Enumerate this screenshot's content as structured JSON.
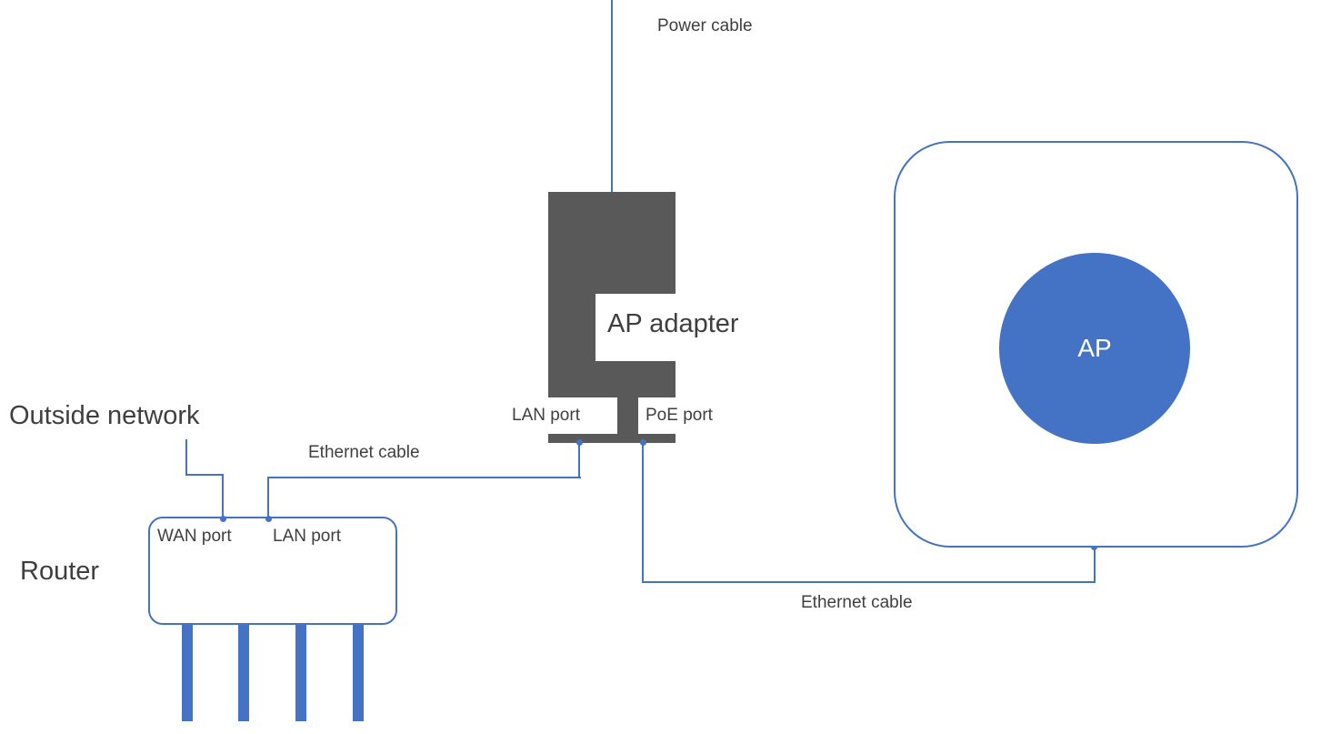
{
  "diagram": {
    "power": {
      "cable_label": "Power cable"
    },
    "adapter": {
      "title": "AP adapter",
      "lan_port_label": "LAN port",
      "poe_port_label": "PoE port"
    },
    "router": {
      "title": "Router",
      "wan_port_label": "WAN port",
      "lan_port_label": "LAN port"
    },
    "ap": {
      "label": "AP"
    },
    "outside_network_label": "Outside network",
    "ethernet_cable_label_1": "Ethernet cable",
    "ethernet_cable_label_2": "Ethernet cable",
    "colors": {
      "blue": "#4472C4",
      "gray": "#595959"
    }
  }
}
